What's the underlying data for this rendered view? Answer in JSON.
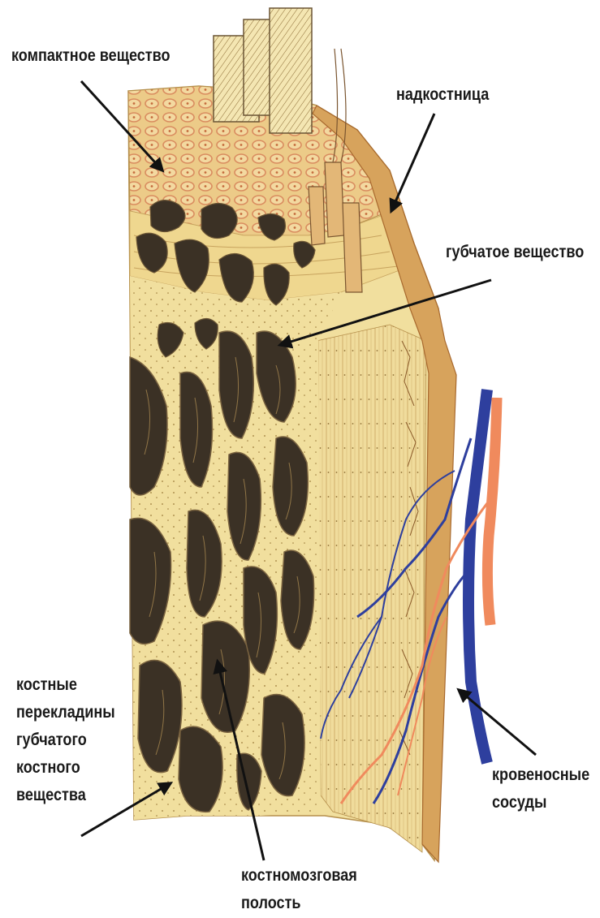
{
  "labels": {
    "compact": "компактное вещество",
    "periosteum": "надкостница",
    "spongy": "губчатое вещество",
    "trabeculae": [
      "костные",
      "перекладины",
      "губчатого",
      "костного",
      "вещества"
    ],
    "marrow": [
      "костномозговая",
      "полость"
    ],
    "vessels": [
      "кровеносные",
      "сосуды"
    ]
  },
  "colors": {
    "bone_light": "#f3e3a3",
    "bone_mid": "#e6c77a",
    "cavity_dark": "#3b3125",
    "periosteum": "#c98a45",
    "osteon_ring": "#d98c5f",
    "artery": "#f08a5d",
    "vein": "#2e3f9e",
    "arrow": "#111111"
  }
}
